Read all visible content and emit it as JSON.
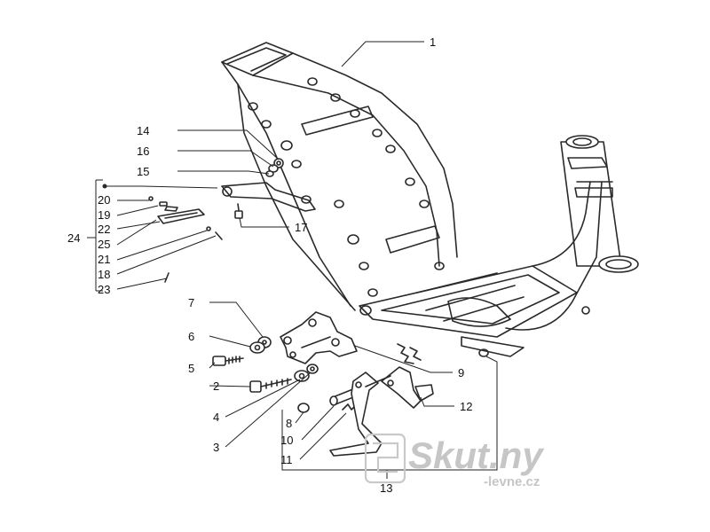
{
  "callouts": {
    "c1": "1",
    "c2": "2",
    "c3": "3",
    "c4": "4",
    "c5": "5",
    "c6": "6",
    "c7": "7",
    "c8": "8",
    "c9": "9",
    "c10": "10",
    "c11": "11",
    "c12": "12",
    "c13": "13",
    "c14": "14",
    "c15": "15",
    "c16": "16",
    "c17": "17",
    "c18": "18",
    "c19": "19",
    "c20": "20",
    "c21": "21",
    "c22": "22",
    "c23": "23",
    "c24": "24",
    "c25": "25"
  },
  "watermark": {
    "brand": "Skut.ny",
    "subtitle": "-levne.cz"
  }
}
